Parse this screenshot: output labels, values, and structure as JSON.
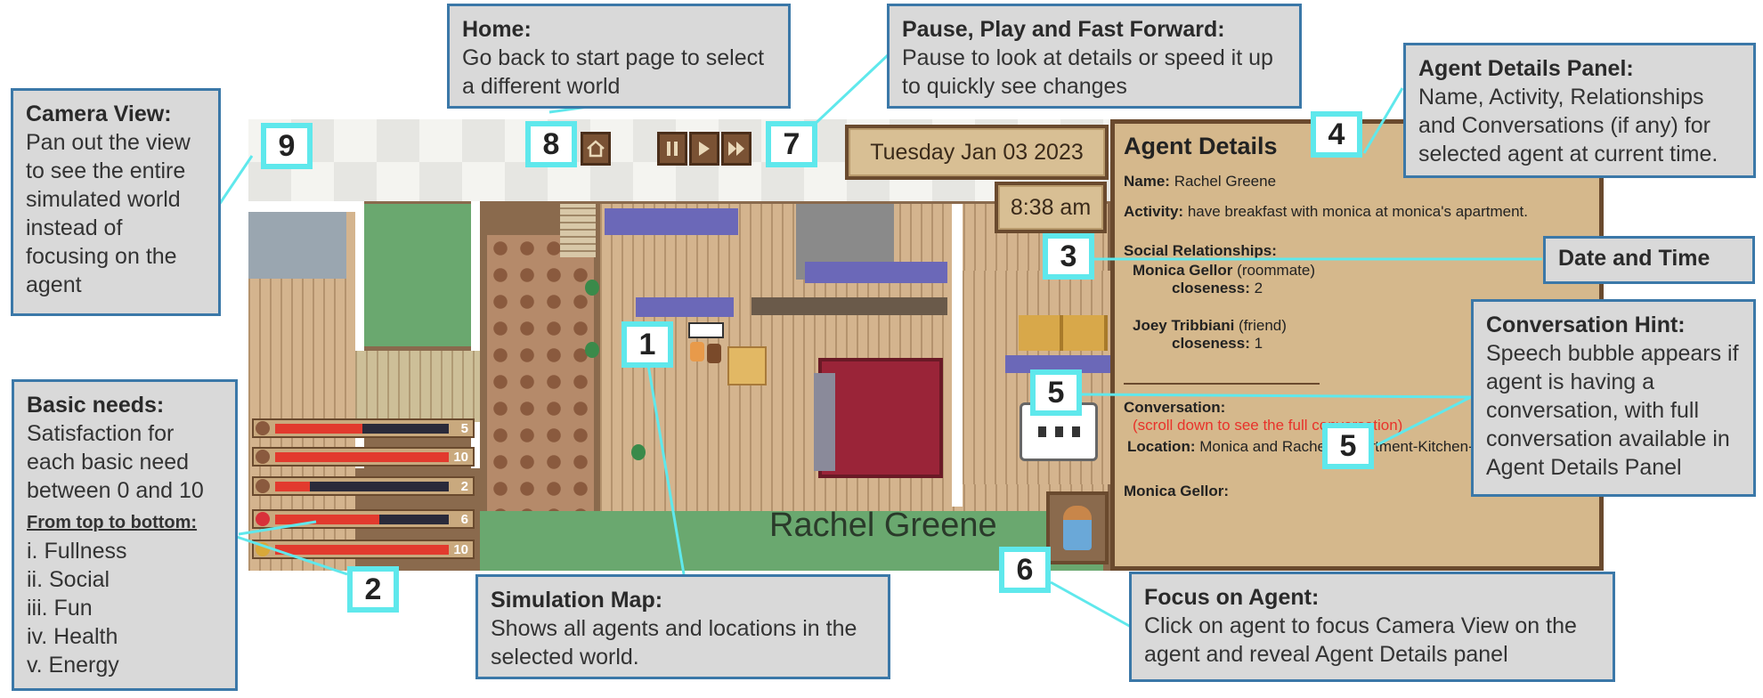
{
  "game": {
    "date": "Tuesday Jan 03 2023",
    "time": "8:38 am",
    "agent_label": "Rachel Greene",
    "needs": [
      {
        "name": "Fullness",
        "value": 5,
        "fill": 0.5,
        "icon": "drumstick-icon"
      },
      {
        "name": "Social",
        "value": 10,
        "fill": 1.0,
        "icon": "people-icon"
      },
      {
        "name": "Fun",
        "value": 2,
        "fill": 0.2,
        "icon": "ball-icon"
      },
      {
        "name": "Health",
        "value": 6,
        "fill": 0.6,
        "icon": "heart-icon"
      },
      {
        "name": "Energy",
        "value": 10,
        "fill": 1.0,
        "icon": "lightning-icon"
      }
    ],
    "colors": {
      "need_fill": "#e23a2e",
      "panel_bg": "#d5b88c",
      "panel_border": "#6a4a2e",
      "callout_border": "#3b78a8",
      "badge_border": "#5fe8ec",
      "conversation_hint": "#e8322a"
    }
  },
  "panel": {
    "title": "Agent Details",
    "name_label": "Name:",
    "name_value": "Rachel Greene",
    "activity_label": "Activity:",
    "activity_value": "have breakfast with monica at monica's apartment.",
    "relationships_label": "Social Relationships:",
    "relationships": [
      {
        "name": "Monica Gellor",
        "relation": "(roommate)",
        "closeness_label": "closeness:",
        "closeness": "2"
      },
      {
        "name": "Joey Tribbiani",
        "relation": "(friend)",
        "closeness_label": "closeness:",
        "closeness": "1"
      }
    ],
    "conversation_label": "Conversation:",
    "conversation_hint": "(scroll down to see the full conversation)",
    "location_label": "Location:",
    "location_value": "Monica and Rachel's Apartment-Kitchen-Stove",
    "cutoff_text": "Monica Gellor:"
  },
  "callouts": {
    "home": {
      "title": "Home:",
      "desc": "Go back to start page to select a different world"
    },
    "pause": {
      "title": "Pause, Play and Fast Forward:",
      "desc": "Pause to look at details or speed it up to quickly see changes"
    },
    "agent_details": {
      "title": "Agent Details Panel:",
      "desc": "Name, Activity, Relationships and Conversations (if any) for selected agent at current time."
    },
    "camera": {
      "title": "Camera View:",
      "desc": "Pan out the view to see the entire simulated world instead of focusing on the agent"
    },
    "date_time": {
      "title": "Date and Time"
    },
    "conversation": {
      "title": "Conversation Hint:",
      "desc": "Speech bubble appears if agent is having a conversation, with full conversation available in Agent Details Panel"
    },
    "needs": {
      "title": "Basic needs:",
      "desc": "Satisfaction for each basic need between 0 and 10",
      "subtitle": "From top to bottom:",
      "items": [
        "i. Fullness",
        "ii. Social",
        "iii. Fun",
        "iv. Health",
        "v. Energy"
      ]
    },
    "map": {
      "title": "Simulation Map:",
      "desc": "Shows all agents and locations in the selected world."
    },
    "focus": {
      "title": "Focus on Agent:",
      "desc": "Click on agent to focus Camera View on the agent and reveal Agent Details panel"
    }
  },
  "badges": {
    "b1": "1",
    "b2": "2",
    "b3": "3",
    "b4": "4",
    "b5": "5",
    "b6": "6",
    "b7": "7",
    "b8": "8",
    "b9": "9"
  }
}
